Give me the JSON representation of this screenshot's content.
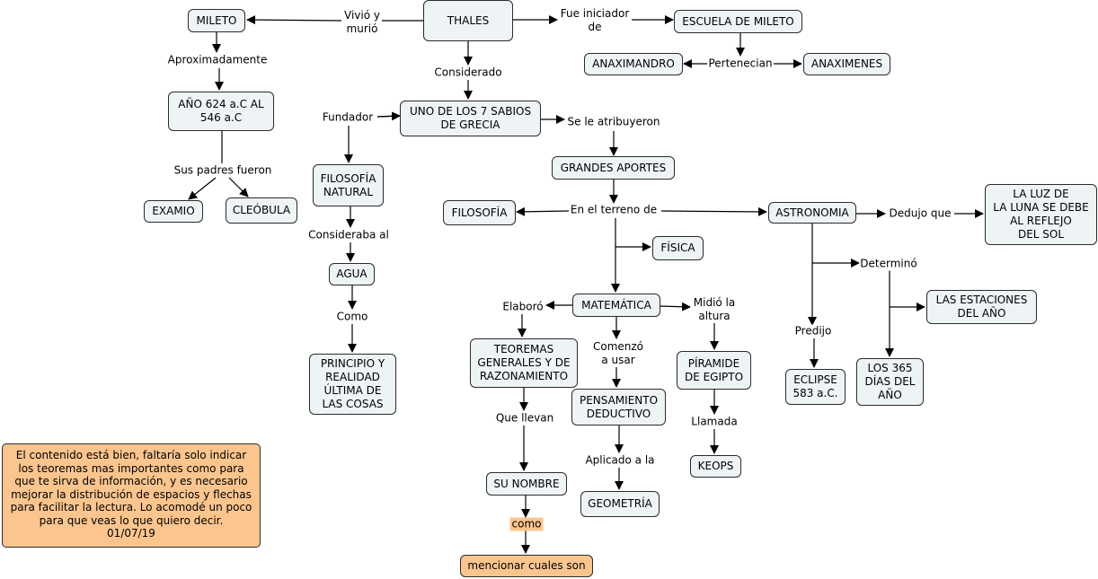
{
  "nodes": {
    "thales": "THALES",
    "mileto": "MILETO",
    "escuela_mileto": "ESCUELA DE MILETO",
    "anaximandro": "ANAXIMANDRO",
    "anaximenes": "ANAXIMENES",
    "anio": "AÑO 624 a.C AL\n546 a.C",
    "examio": "EXAMIO",
    "cleobula": "CLEÓBULA",
    "sabios": "UNO DE LOS 7 SABIOS\nDE GRECIA",
    "filosofia_natural": "FILOSOFÍA\nNATURAL",
    "agua": "AGUA",
    "principio": "PRINCIPIO Y\nREALIDAD\nÚLTIMA DE\nLAS COSAS",
    "grandes_aportes": "GRANDES APORTES",
    "filosofia": "FILOSOFÍA",
    "fisica": "FÍSICA",
    "astronomia": "ASTRONOMIA",
    "luz_luna": "LA LUZ DE\nLA LUNA SE DEBE\nAL REFLEJO\nDEL SOL",
    "estaciones": "LAS ESTACIONES\nDEL AÑO",
    "eclipse": "ECLIPSE\n583 a.C.",
    "dias_365": "LOS 365\nDÍAS DEL\nAÑO",
    "matematica": "MATEMÁTICA",
    "teoremas": "TEOREMAS\nGENERALES Y DE\nRAZONAMIENTO",
    "pensamiento": "PENSAMIENTO\nDEDUCTIVO",
    "piramide": "PÍRAMIDE\nDE EGIPTO",
    "su_nombre": "SU NOMBRE",
    "geometria": "GEOMETRÍA",
    "keops": "KEOPS",
    "mencionar": "mencionar cuales son"
  },
  "links": {
    "vivio_murio": "Vivió y\nmurió",
    "fue_iniciador": "Fue iniciador\nde",
    "pertenecian": "Pertenecian",
    "aproximadamente": "Aproximadamente",
    "sus_padres": "Sus padres fueron",
    "considerado": "Considerado",
    "fundador": "Fundador",
    "atribuyeron": "Se le atribuyeron",
    "consideraba": "Consideraba al",
    "como": "Como",
    "terreno": "En el terreno de",
    "dedujo": "Dedujo que",
    "determino": "Determinó",
    "predijo": "Predijo",
    "elaboro": "Elaboró",
    "comenzo": "Comenzó\na usar",
    "midio": "Midió la\naltura",
    "que_llevan": "Que llevan",
    "aplicado": "Aplicado a la",
    "llamada": "Llamada",
    "como2": "como"
  },
  "note": "El contenido está bien, faltaría solo indicar\nlos teoremas mas importantes como para\nque te sirva de información, y es necesario\nmejorar la distribución de espacios y flechas\npara facilitar la lectura.  Lo acomodé un poco\npara que veas lo que quiero decir.\n01/07/19",
  "colors": {
    "node_fill": "#eef3f5",
    "highlight_fill": "#fcc58e",
    "line": "#000000"
  }
}
